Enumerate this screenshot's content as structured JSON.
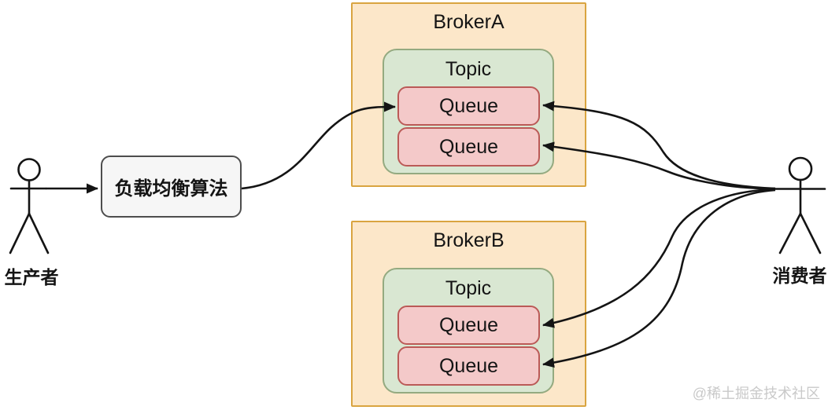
{
  "diagram": {
    "producer": {
      "label": "生产者",
      "icon": "stick-figure"
    },
    "load_balancer": {
      "label": "负载均衡算法"
    },
    "brokers": [
      {
        "name": "BrokerA",
        "topic": {
          "label": "Topic",
          "queues": [
            {
              "label": "Queue"
            },
            {
              "label": "Queue"
            }
          ]
        }
      },
      {
        "name": "BrokerB",
        "topic": {
          "label": "Topic",
          "queues": [
            {
              "label": "Queue"
            },
            {
              "label": "Queue"
            }
          ]
        }
      }
    ],
    "consumer": {
      "label": "消费者",
      "icon": "stick-figure"
    },
    "watermark": "@稀土掘金技术社区",
    "colors": {
      "broker_fill": "#fce7c9",
      "broker_border": "#d9a440",
      "topic_fill": "#d9e7d2",
      "topic_border": "#94aa80",
      "queue_fill": "#f4c9c9",
      "queue_border": "#bb5a57",
      "lb_fill": "#f6f6f6",
      "lb_border": "#4d4d4d",
      "line": "#141414",
      "watermark_text": "#c9c9c9"
    }
  }
}
